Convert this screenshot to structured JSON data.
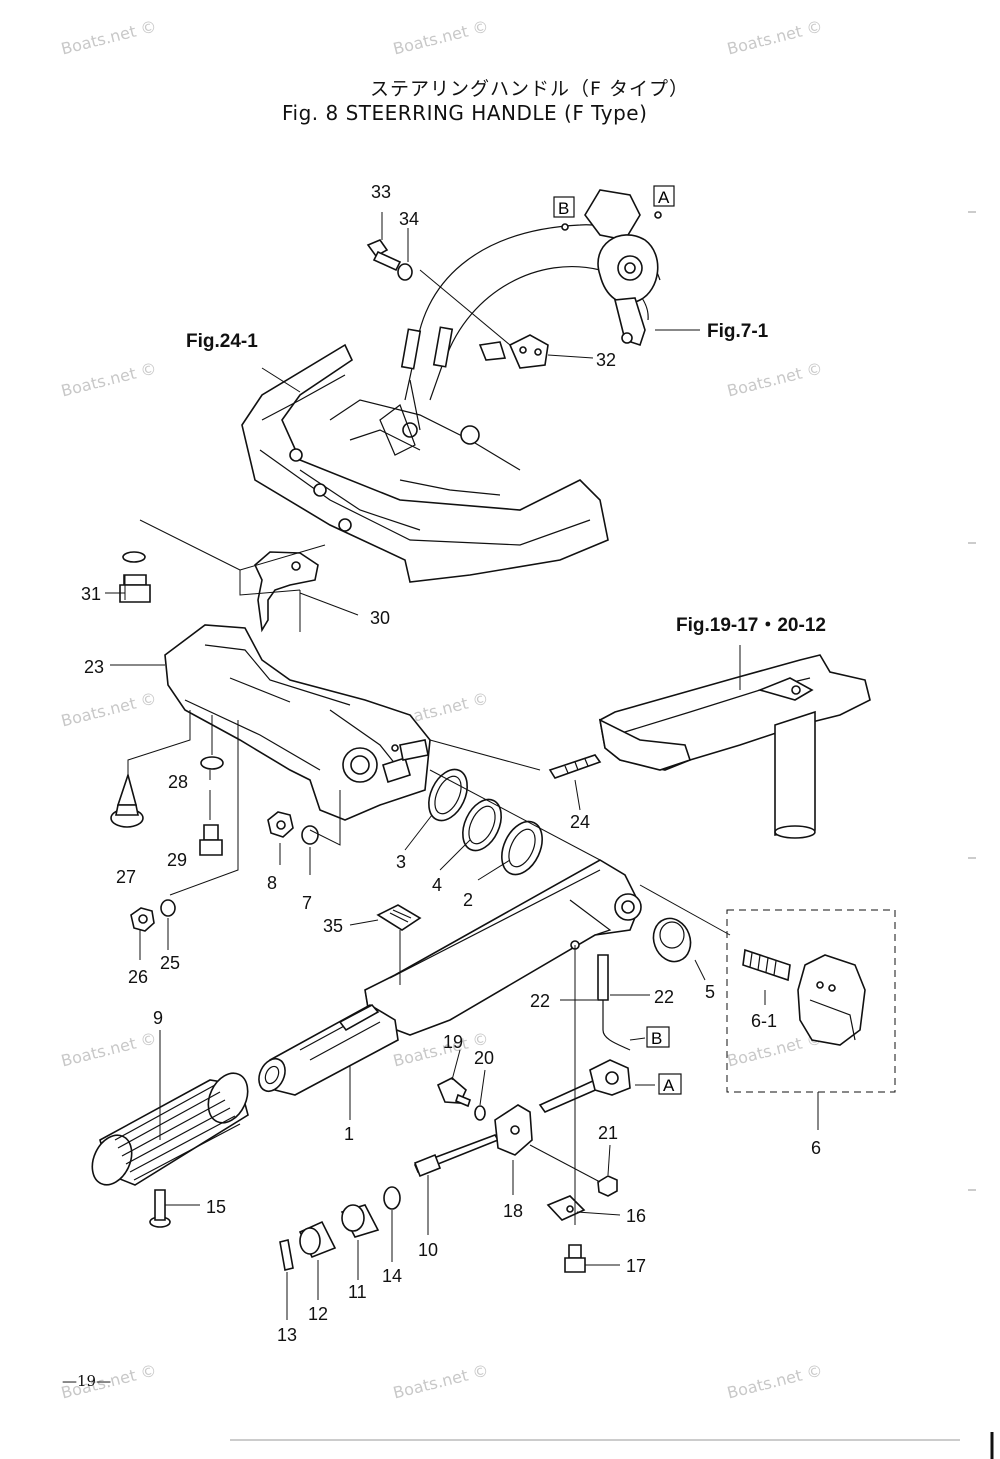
{
  "header": {
    "title_jp": "ステアリングハンドル（F タイプ）",
    "title_en": "Fig. 8      STEERRING HANDLE (F Type)"
  },
  "page_number": "—19—",
  "watermark": "Boats.net ©",
  "references": {
    "fig24": "Fig.24-1",
    "fig7": "Fig.7-1",
    "fig19": "Fig.19-17・20-12"
  },
  "callouts": {
    "c1": "1",
    "c2": "2",
    "c3": "3",
    "c4": "4",
    "c5": "5",
    "c6": "6",
    "c6_1": "6-1",
    "c7": "7",
    "c8": "8",
    "c9": "9",
    "c10": "10",
    "c11": "11",
    "c12": "12",
    "c13": "13",
    "c14": "14",
    "c15": "15",
    "c16": "16",
    "c17": "17",
    "c18": "18",
    "c19": "19",
    "c20": "20",
    "c21": "21",
    "c22a": "22",
    "c22b": "22",
    "c23": "23",
    "c24": "24",
    "c25": "25",
    "c26": "26",
    "c27": "27",
    "c28": "28",
    "c29": "29",
    "c30": "30",
    "c31": "31",
    "c32": "32",
    "c33": "33",
    "c34": "34",
    "c35": "35"
  },
  "box_labels": {
    "a_top": "A",
    "b_top": "B",
    "a_bottom": "A",
    "b_bottom": "B"
  }
}
